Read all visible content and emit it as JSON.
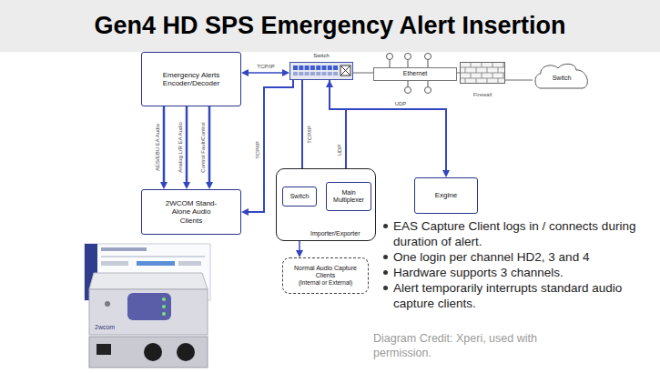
{
  "diagram": {
    "title": "Gen4 HD SPS Emergency Alert Insertion",
    "nodes": [
      {
        "text": [
          "Emergency Alerts Encoder/Decoder"
        ]
      },
      {
        "text": [
          "Switch"
        ]
      },
      {
        "text": [
          "Ethernet"
        ]
      },
      {
        "text": [
          "Firewall"
        ]
      },
      {
        "text": [
          "Switch"
        ]
      },
      {
        "text": [
          "2WCOM Stand-Alone Audio Clients"
        ]
      },
      {
        "text": [
          "Importer/Exporter"
        ]
      },
      {
        "text": [
          "Switch"
        ],
        "in": 6
      },
      {
        "text": [
          "Main Multiplexer"
        ],
        "in": 6
      },
      {
        "text": [
          "Exgine"
        ]
      },
      {
        "text": [
          "Normal Audio Capture Clients",
          "(Internal or External)"
        ]
      }
    ],
    "edges": [
      {
        "from": 0,
        "to": 1,
        "label": "TCP/IP",
        "arrow": "both"
      },
      {
        "from": 1,
        "to": 2,
        "arrow": "none"
      },
      {
        "from": 2,
        "to": 3,
        "arrow": "none"
      },
      {
        "from": 3,
        "to": 4,
        "arrow": "none"
      },
      {
        "from": 0,
        "to": 5,
        "label": "AES/EBU EA Audio",
        "arrow": "to"
      },
      {
        "from": 0,
        "to": 5,
        "label": "Analog L/R EA Audio",
        "arrow": "to"
      },
      {
        "from": 0,
        "to": 5,
        "label": "Control Fault/Control",
        "arrow": "to"
      },
      {
        "from": 1,
        "to": 5,
        "label": "TCP/IP",
        "arrow": "to"
      },
      {
        "from": 1,
        "to": 7,
        "label": "TCP/IP",
        "arrow": "to"
      },
      {
        "from": 8,
        "to": 1,
        "label": "UDP",
        "arrow": "to"
      },
      {
        "from": 1,
        "to": 9,
        "label": "UDP",
        "arrow": "to"
      },
      {
        "from": 7,
        "to": 8,
        "arrow": "to"
      },
      {
        "from": 10,
        "to": 7,
        "arrow": "both"
      }
    ],
    "labels": [
      "EAS Capture Client logs in / connects during duration of alert.",
      "One login per channel HD2, 3 and 4",
      "Hardware supports 3 channels.",
      "Alert temporarily interrupts standard audio capture clients.",
      "2wcom",
      "Diagram Credit: Xperi, used with permission."
    ]
  }
}
